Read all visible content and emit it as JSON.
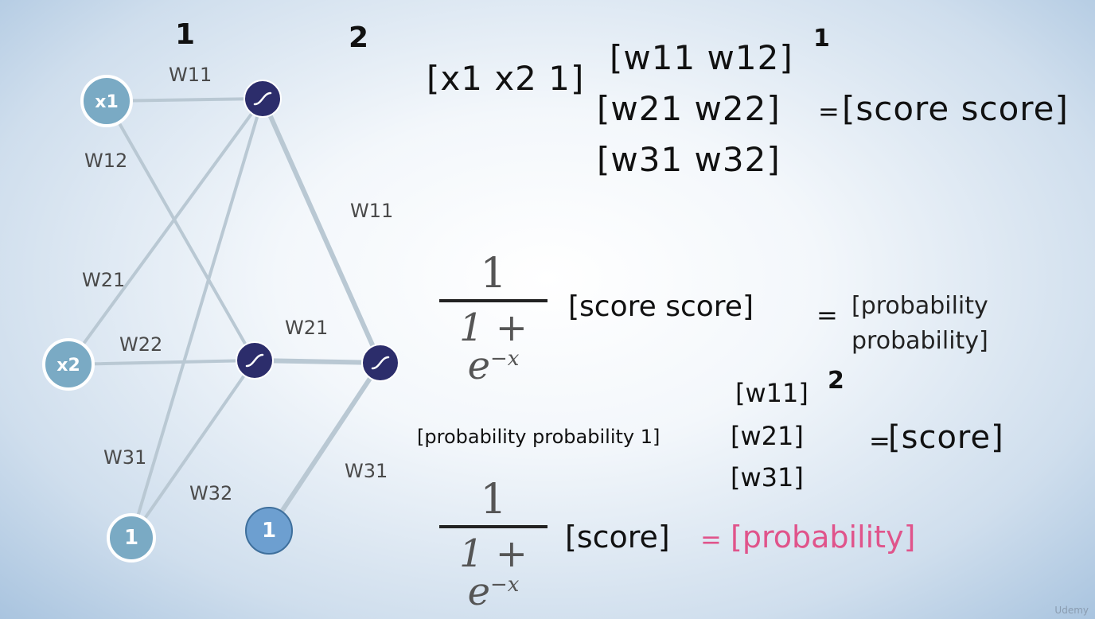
{
  "network": {
    "layer_labels": [
      "1",
      "2"
    ],
    "nodes": [
      {
        "id": "x1",
        "label": "x1",
        "kind": "input"
      },
      {
        "id": "x2",
        "label": "x2",
        "kind": "input"
      },
      {
        "id": "b1",
        "label": "1",
        "kind": "bias"
      },
      {
        "id": "h1",
        "label": "",
        "kind": "sigmoid"
      },
      {
        "id": "h2",
        "label": "",
        "kind": "sigmoid"
      },
      {
        "id": "b2",
        "label": "1",
        "kind": "bias2"
      },
      {
        "id": "out",
        "label": "",
        "kind": "sigmoid"
      }
    ],
    "edges": [
      {
        "from": "x1",
        "to": "h1"
      },
      {
        "from": "x1",
        "to": "h2"
      },
      {
        "from": "x2",
        "to": "h1"
      },
      {
        "from": "x2",
        "to": "h2"
      },
      {
        "from": "b1",
        "to": "h1"
      },
      {
        "from": "b1",
        "to": "h2"
      },
      {
        "from": "h1",
        "to": "out"
      },
      {
        "from": "h2",
        "to": "out"
      },
      {
        "from": "b2",
        "to": "out"
      }
    ],
    "weight_labels": [
      "W11",
      "W12",
      "W21",
      "W22",
      "W31",
      "W32",
      "W11",
      "W21",
      "W31"
    ],
    "colors": {
      "input": "#7aaac4",
      "bias2": "#6d9fd0",
      "sigmoid": "#2c2d6b",
      "edge": "#b9c8d3"
    }
  },
  "equations": {
    "layer1_input": "[x1 x2 1]",
    "layer1_weights": [
      "[w11 w12]",
      "[w21 w22]",
      "[w31 w32]"
    ],
    "layer1_superscript": "1",
    "layer1_equals": "=",
    "layer1_result": "[score score]",
    "sigmoid_num": "1",
    "sigmoid_den": "1 + e",
    "sigmoid_exp": "−x",
    "sig1_input": "[score score]",
    "sig1_equals": "=",
    "sig1_result_line1": "[probability",
    "sig1_result_line2": "probability]",
    "layer2_input": "[probability probability 1]",
    "layer2_weights": [
      "[w11]",
      "[w21]",
      "[w31]"
    ],
    "layer2_superscript": "2",
    "layer2_equals": "=",
    "layer2_result": "[score]",
    "sig2_input": "[score]",
    "sig2_equals": "=",
    "sig2_result": "[probability]",
    "accent_color": "#e0548b"
  },
  "watermark": "Udemy"
}
